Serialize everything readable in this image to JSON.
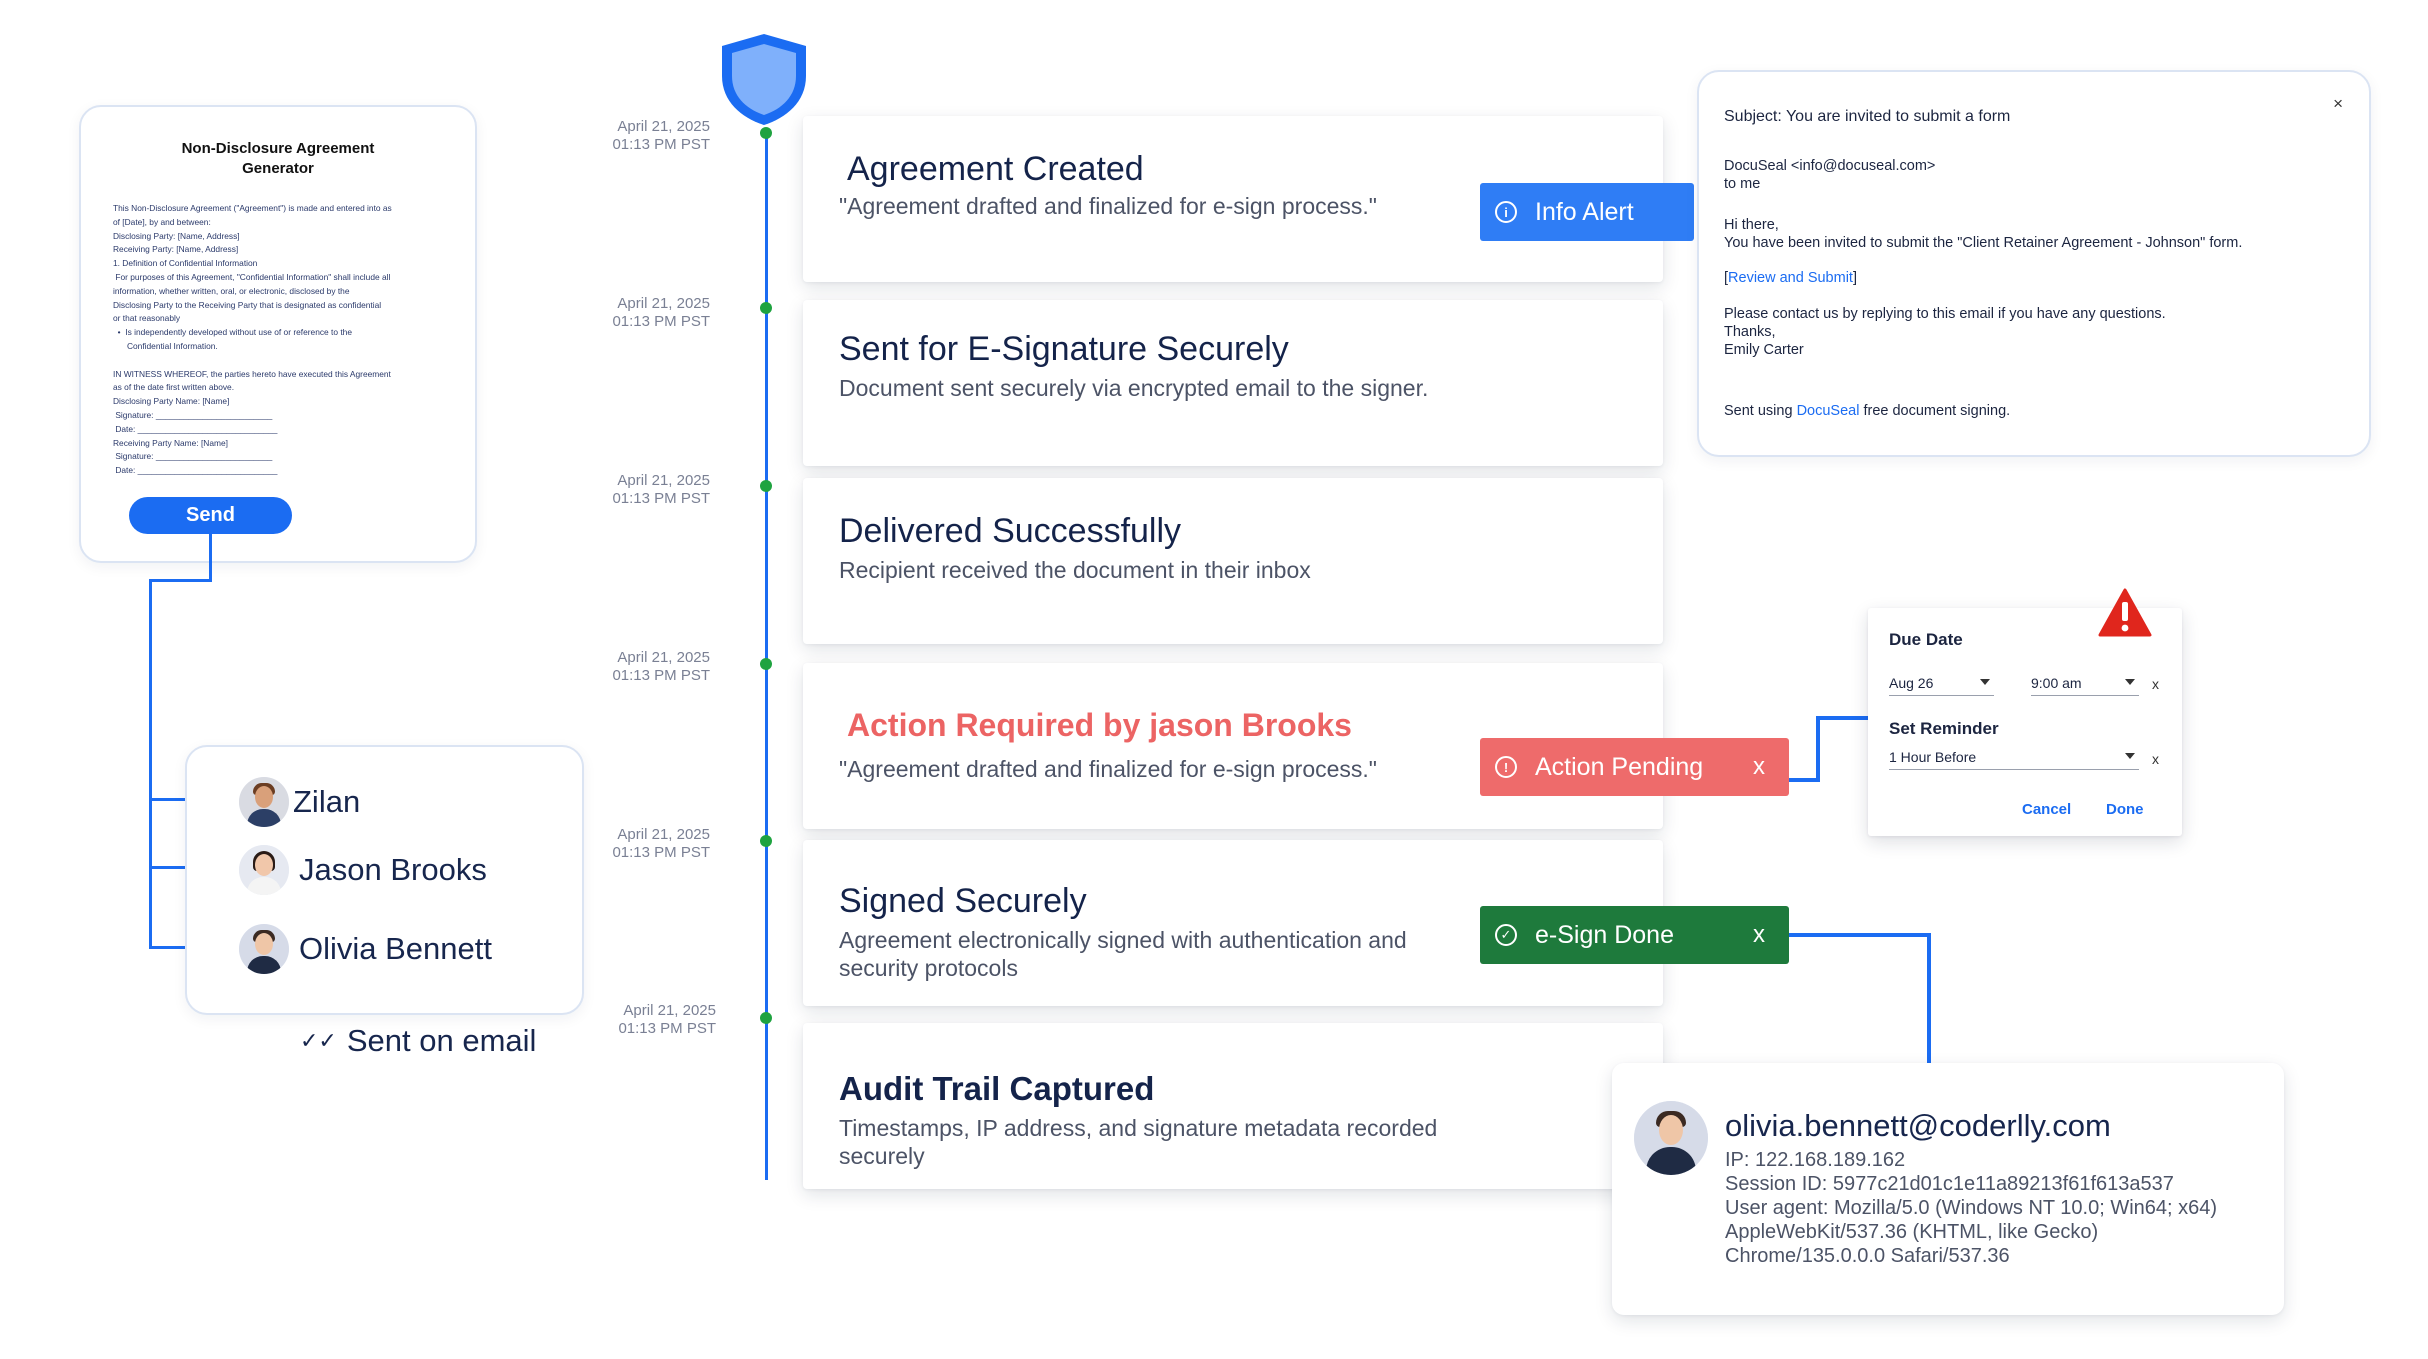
{
  "colors": {
    "primary": "#1b6cf2",
    "info_alert": "#2f7df5",
    "action_pending": "#ee6b6b",
    "esign_done": "#1e7a3c",
    "action_title": "#ec6464",
    "timeline_dot": "#1fa340"
  },
  "nda": {
    "title_line1": "Non-Disclosure Agreement",
    "title_line2": "Generator",
    "body": [
      "This Non-Disclosure Agreement (\"Agreement\") is made and entered into as",
      "of [Date], by and between:",
      "Disclosing Party: [Name, Address]",
      "Receiving Party: [Name, Address]",
      "1. Definition of Confidential Information",
      " For purposes of this Agreement, \"Confidential Information\" shall include all",
      "information, whether written, oral, or electronic, disclosed by the",
      "Disclosing Party to the Receiving Party that is designated as confidential",
      "or that reasonably",
      "  •  Is independently developed without use of or reference to the",
      "      Confidential Information.",
      "",
      "IN WITNESS WHEREOF, the parties hereto have executed this Agreement",
      "as of the date first written above.",
      "Disclosing Party Name: [Name]",
      " Signature: _________________________",
      " Date: ______________________________",
      "Receiving Party Name: [Name]",
      " Signature: _________________________",
      " Date: ______________________________"
    ],
    "send_label": "Send",
    "send_icon": "none"
  },
  "recipients": [
    {
      "name": "Zilan",
      "icon": "avatar-zilan"
    },
    {
      "name": "Jason Brooks",
      "icon": "avatar-jason"
    },
    {
      "name": "Olivia Bennett",
      "icon": "avatar-olivia"
    }
  ],
  "sent_on_email": {
    "label": "Sent on email",
    "icon": "double-check-icon"
  },
  "shield": {
    "icon": "shield-icon"
  },
  "timeline": [
    {
      "date": "April 21, 2025",
      "time": "01:13 PM PST",
      "title": "Agreement Created",
      "desc": "\"Agreement drafted and finalized for e-sign process.\""
    },
    {
      "date": "April 21, 2025",
      "time": "01:13 PM PST",
      "title": "Sent for E-Signature Securely",
      "desc": "Document sent securely via encrypted email to the signer."
    },
    {
      "date": "April 21, 2025",
      "time": "01:13 PM PST",
      "title": "Delivered Successfully",
      "desc": "Recipient received the document in their inbox"
    },
    {
      "date": "April 21, 2025",
      "time": "01:13 PM PST",
      "title": "Action Required by jason Brooks",
      "desc": "\"Agreement drafted and finalized for e-sign process.\""
    },
    {
      "date": "April 21, 2025",
      "time": "01:13 PM PST",
      "title": "Signed Securely",
      "desc": "Agreement electronically signed with authentication and security protocols"
    },
    {
      "date": "April 21, 2025",
      "time": "01:13 PM PST",
      "title": "Audit Trail Captured",
      "desc": "Timestamps, IP address, and signature metadata recorded securely"
    }
  ],
  "badges": {
    "info_alert": {
      "label": "Info Alert",
      "icon": "info-icon"
    },
    "action_pending": {
      "label": "Action Pending",
      "icon": "info-icon",
      "close": "x"
    },
    "esign_done": {
      "label": "e-Sign Done",
      "icon": "check-circle-icon",
      "close": "x"
    }
  },
  "email": {
    "close": "×",
    "subject": "Subject: You are invited to submit a form",
    "from": "DocuSeal <info@docuseal.com>",
    "to": "to me",
    "greeting": "Hi there,",
    "line1": "You have been invited to submit the \"Client Retainer Agreement - Johnson\" form.",
    "link_open": "[",
    "link_text": "Review and Submit",
    "link_close": "]",
    "line2": "Please contact us by replying to this email if you have any questions.",
    "thanks": "Thanks,",
    "signature": "Emily Carter",
    "footer_pre": "Sent using ",
    "footer_link": "DocuSeal",
    "footer_post": " free document signing."
  },
  "due_popup": {
    "warning_icon": "warning-triangle-icon",
    "due_label": "Due Date",
    "date_value": "Aug 26",
    "time_value": "9:00 am",
    "clear": "x",
    "reminder_label": "Set Reminder",
    "reminder_value": "1 Hour Before",
    "cancel": "Cancel",
    "done": "Done"
  },
  "audit": {
    "email": "olivia.bennett@coderlly.com",
    "ip": "IP: 122.168.189.162",
    "session": "Session ID: 5977c21d01c1e11a89213f61f613a537",
    "ua1": "User agent: Mozilla/5.0 (Windows NT 10.0; Win64; x64)",
    "ua2": "AppleWebKit/537.36 (KHTML, like Gecko)",
    "ua3": "Chrome/135.0.0.0 Safari/537.36"
  }
}
